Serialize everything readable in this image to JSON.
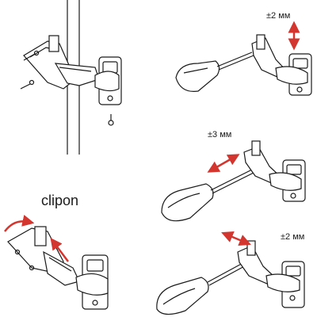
{
  "labels": {
    "clipon": "clipon",
    "adjust_vertical": "±2 мм",
    "adjust_depth": "±3 мм",
    "adjust_lateral": "±2 мм"
  },
  "colors": {
    "line": "#1a1a1a",
    "arrow": "#d2362f",
    "background": "#ffffff"
  },
  "icons": [
    "hinge-icon",
    "screwdriver-icon",
    "screw-icon",
    "double-arrow-icon",
    "curved-arrow-icon"
  ]
}
